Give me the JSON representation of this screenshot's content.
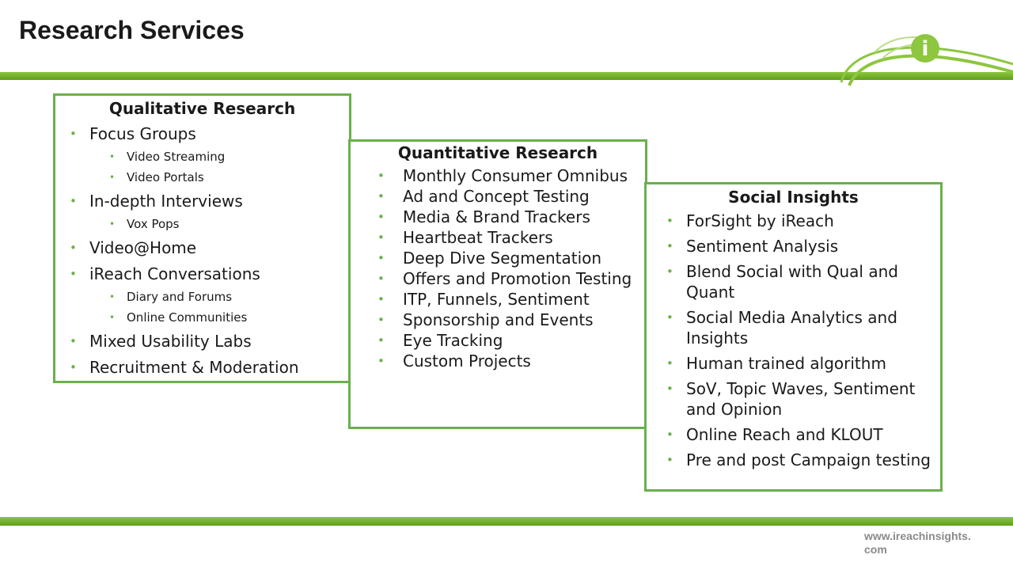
{
  "page": {
    "title": "Research Services",
    "footer_url": "www.ireachinsights.\ncom"
  },
  "colors": {
    "accent_green": "#6ab04c",
    "bar_green": "#76b82a",
    "title_text": "#1a1a1a",
    "footer_text": "#8a8a8a"
  },
  "logo": {
    "icon": "info-i-logo",
    "letter": "i"
  },
  "qualitative": {
    "title": "Qualitative Research",
    "items": [
      {
        "label": "Focus Groups",
        "level": 1
      },
      {
        "label": "Video Streaming",
        "level": 2
      },
      {
        "label": "Video Portals",
        "level": 2
      },
      {
        "label": "In-depth Interviews",
        "level": 1
      },
      {
        "label": "Vox Pops",
        "level": 2
      },
      {
        "label": "Video@Home",
        "level": 1
      },
      {
        "label": "iReach Conversations",
        "level": 1
      },
      {
        "label": "Diary and Forums",
        "level": 2
      },
      {
        "label": "Online Communities",
        "level": 2
      },
      {
        "label": "Mixed Usability Labs",
        "level": 1
      },
      {
        "label": "Recruitment & Moderation",
        "level": 1
      }
    ]
  },
  "quantitative": {
    "title": "Quantitative Research",
    "items": [
      "Monthly Consumer Omnibus",
      "Ad and Concept Testing",
      "Media & Brand Trackers",
      "Heartbeat Trackers",
      "Deep Dive Segmentation",
      "Offers and Promotion Testing",
      "ITP, Funnels, Sentiment",
      "Sponsorship and Events",
      "Eye Tracking",
      "Custom Projects"
    ]
  },
  "social": {
    "title": "Social Insights",
    "items": [
      "ForSight by iReach",
      "Sentiment Analysis",
      "Blend Social with Qual and Quant",
      "Social Media Analytics and Insights",
      "Human trained algorithm",
      "SoV, Topic Waves, Sentiment and Opinion",
      "Online Reach and KLOUT",
      "Pre and post Campaign testing"
    ]
  }
}
